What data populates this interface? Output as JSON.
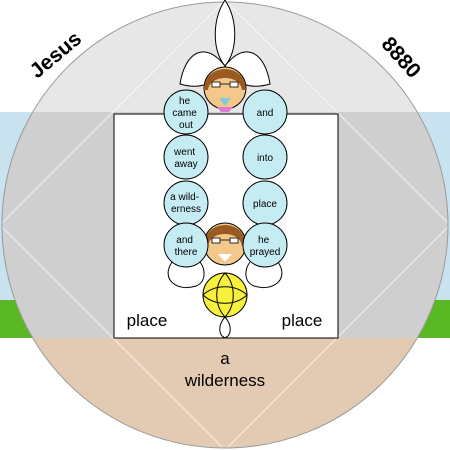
{
  "corner_left": "Jesus",
  "corner_right": "8880",
  "beads_left": [
    [
      "he",
      "came",
      "out"
    ],
    [
      "went",
      "away"
    ],
    [
      "a wild-",
      "erness"
    ],
    [
      "and",
      "there"
    ]
  ],
  "beads_right": [
    [
      "and"
    ],
    [
      "into"
    ],
    [
      "place"
    ],
    [
      "he",
      "prayed"
    ]
  ],
  "place_left": "place",
  "place_right": "place",
  "bottom_line1": "a",
  "bottom_line2": "wilderness",
  "colors": {
    "sky": "#c8e2ef",
    "grass": "#5ab825",
    "gray_panel": "#cfcfcf",
    "ground": "#e3cbb3",
    "bead": "#c6ecf3",
    "yellow": "#f7f03c"
  }
}
